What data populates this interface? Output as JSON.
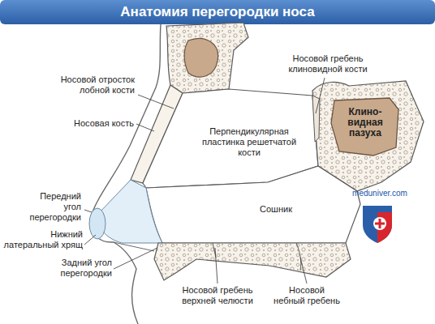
{
  "diagram": {
    "title": "Анатомия перегородки носа",
    "labels": [
      "Носовой отросток лобной кости",
      "Носовая кость",
      "Перпендикулярная пластинка решетчатой кости",
      "Носовой гребень клиновидной кости",
      "Клино-видная пазуха",
      "Сошник",
      "meduniver.com",
      "Передний угол перегородки",
      "Нижний латеральный хрящ",
      "Задний угол перегородки",
      "Носовой гребень верхней челюсти",
      "Носовой небный гребень"
    ]
  }
}
